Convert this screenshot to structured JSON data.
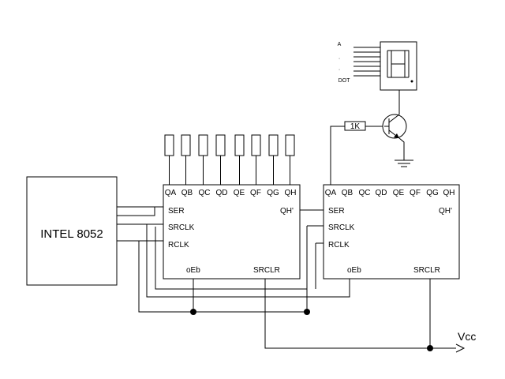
{
  "mcu": {
    "label": "INTEL 8052"
  },
  "register1": {
    "outputs": [
      "QA",
      "QB",
      "QC",
      "QD",
      "QE",
      "QF",
      "QG",
      "QH"
    ],
    "ser": "SER",
    "srclk": "SRCLK",
    "rclk": "RCLK",
    "qh_prime": "QH'",
    "oe": "oEb",
    "srclr": "SRCLR"
  },
  "register2": {
    "outputs": [
      "QA",
      "QB",
      "QC",
      "QD",
      "QE",
      "QF",
      "QG",
      "QH"
    ],
    "ser": "SER",
    "srclk": "SRCLK",
    "rclk": "RCLK",
    "qh_prime": "QH'",
    "oe": "oEb",
    "srclr": "SRCLR"
  },
  "resistor": {
    "label": "1K"
  },
  "display": {
    "label_a": "A",
    "dot1": "·",
    "dot2": "·",
    "label_dot": "DOT"
  },
  "supply": {
    "label": "Vcc"
  }
}
